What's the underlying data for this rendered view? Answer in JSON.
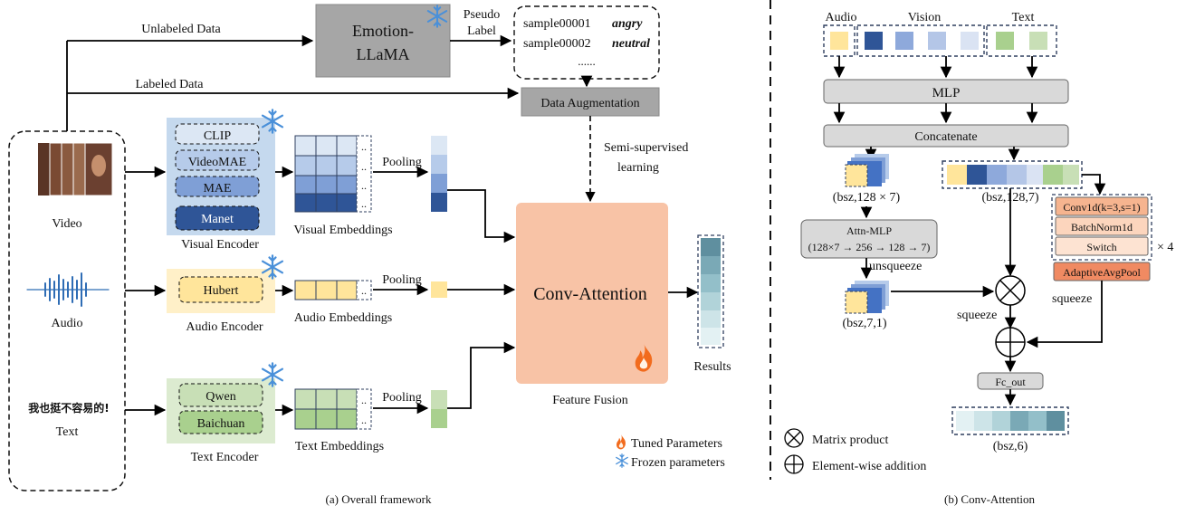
{
  "left": {
    "caption": "(a) Overall framework",
    "arrows": {
      "unlabeled": "Unlabeled Data",
      "labeled": "Labeled Data",
      "pseudo_1": "Pseudo",
      "pseudo_2": "Label",
      "semi_1": "Semi-supervised",
      "semi_2": "learning",
      "pooling": "Pooling"
    },
    "llm": {
      "line1": "Emotion-",
      "line2": "LLaMA"
    },
    "samples": [
      {
        "id": "sample00001",
        "label": "angry"
      },
      {
        "id": "sample00002",
        "label": "neutral"
      }
    ],
    "samples_ellipsis": "......",
    "augment": "Data Augmentation",
    "inputs": {
      "video": "Video",
      "audio": "Audio",
      "text": "Text",
      "text_sample": "我也挺不容易的!"
    },
    "visual_encoder": {
      "title": "Visual Encoder",
      "models": [
        "CLIP",
        "VideoMAE",
        "MAE",
        "Manet"
      ]
    },
    "audio_encoder": {
      "title": "Audio Encoder",
      "models": [
        "Hubert"
      ]
    },
    "text_encoder": {
      "title": "Text Encoder",
      "models": [
        "Qwen",
        "Baichuan"
      ]
    },
    "embeddings": {
      "visual": "Visual Embeddings",
      "audio": "Audio Embeddings",
      "text": "Text Embeddings"
    },
    "fusion": {
      "title": "Conv-Attention",
      "caption": "Feature Fusion"
    },
    "results": "Results",
    "legend": {
      "tuned": "Tuned Parameters",
      "frozen": "Frozen parameters"
    }
  },
  "right": {
    "caption": "(b) Conv-Attention",
    "modalities": [
      "Audio",
      "Vision",
      "Text"
    ],
    "mlp": "MLP",
    "concat": "Concatenate",
    "shape_a": "(bsz,128 × 7)",
    "shape_b": "(bsz,128,7)",
    "attn_mlp_1": "Attn-MLP",
    "attn_mlp_2": "(128×7 → 256 → 128 → 7)",
    "unsqueeze": "unsqueeze",
    "shape_c": "(bsz,7,1)",
    "conv_stack": [
      "Conv1d(k=3,s=1)",
      "BatchNorm1d",
      "Switch"
    ],
    "repeat": "× 4",
    "pool": "AdaptiveAvgPool",
    "squeeze_left": "squeeze",
    "squeeze_right": "squeeze",
    "fc_out": "Fc_out",
    "shape_out": "(bsz,6)",
    "legend": {
      "matmul": "Matrix product",
      "add": "Element-wise addition"
    }
  },
  "colors": {
    "visual_bg": "#c5d9ee",
    "audio_bg": "#fff0c8",
    "text_bg": "#dcebd0",
    "fusion": "#f8c3a6",
    "conv_box": "#f6b48f",
    "pool_box": "#f08a62",
    "switch_box": "#fde3d2",
    "gray_box": "#a6a6a6",
    "light_gray": "#d9d9d9",
    "frozen": "#4a90d9",
    "fire": "#f26b1d"
  }
}
